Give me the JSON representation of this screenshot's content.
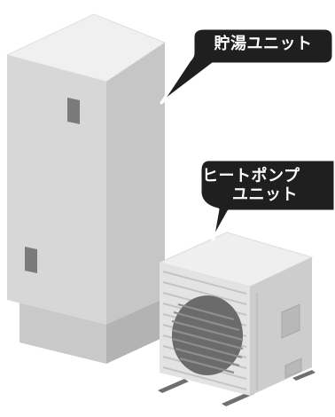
{
  "labels": {
    "tank_unit": "貯湯ユニット",
    "heat_pump_line1": "ヒートポンプ",
    "heat_pump_line2": "ユニット"
  },
  "colors": {
    "background": "#ffffff",
    "callout_fill": "#1f1f1f",
    "callout_text": "#ffffff",
    "unit_front": "#d6d6d6",
    "unit_side": "#c3c3c3",
    "unit_top": "#efefef",
    "window": "#7d7d7d",
    "fan_grille": "#6a6a6a"
  }
}
